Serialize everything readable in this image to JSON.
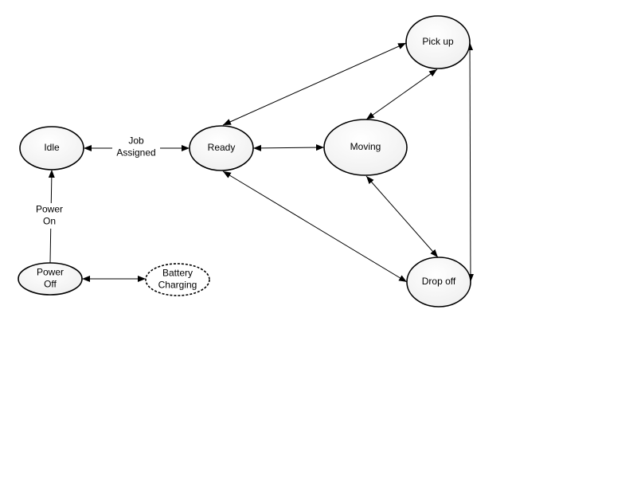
{
  "colors": {
    "stroke": "#000000",
    "fill_light": "#ffffff",
    "fill_shade": "#eeeeee",
    "background": "#ffffff"
  },
  "nodes": [
    {
      "id": "idle",
      "lines": [
        "Idle"
      ],
      "style": "solid"
    },
    {
      "id": "ready",
      "lines": [
        "Ready"
      ],
      "style": "solid"
    },
    {
      "id": "moving",
      "lines": [
        "Moving"
      ],
      "style": "solid"
    },
    {
      "id": "pickup",
      "lines": [
        "Pick up"
      ],
      "style": "solid"
    },
    {
      "id": "dropoff",
      "lines": [
        "Drop off"
      ],
      "style": "solid"
    },
    {
      "id": "poweroff",
      "lines": [
        "Power",
        "Off"
      ],
      "style": "solid"
    },
    {
      "id": "battery",
      "lines": [
        "Battery",
        "Charging"
      ],
      "style": "dashed"
    }
  ],
  "edges": [
    {
      "id": "idle-ready",
      "from": "idle",
      "to": "ready",
      "direction": "both",
      "label_lines": [
        "Job",
        "Assigned"
      ]
    },
    {
      "id": "ready-moving",
      "from": "ready",
      "to": "moving",
      "direction": "both",
      "label_lines": []
    },
    {
      "id": "ready-pickup",
      "from": "ready",
      "to": "pickup",
      "direction": "both",
      "label_lines": []
    },
    {
      "id": "ready-dropoff",
      "from": "ready",
      "to": "dropoff",
      "direction": "both",
      "label_lines": []
    },
    {
      "id": "moving-pickup",
      "from": "moving",
      "to": "pickup",
      "direction": "both",
      "label_lines": []
    },
    {
      "id": "moving-dropoff",
      "from": "moving",
      "to": "dropoff",
      "direction": "both",
      "label_lines": []
    },
    {
      "id": "pickup-dropoff",
      "from": "pickup",
      "to": "dropoff",
      "direction": "both",
      "label_lines": []
    },
    {
      "id": "poweroff-idle",
      "from": "poweroff",
      "to": "idle",
      "direction": "forward",
      "label_lines": [
        "Power",
        "On"
      ]
    },
    {
      "id": "poweroff-battery",
      "from": "poweroff",
      "to": "battery",
      "direction": "both",
      "label_lines": []
    }
  ]
}
